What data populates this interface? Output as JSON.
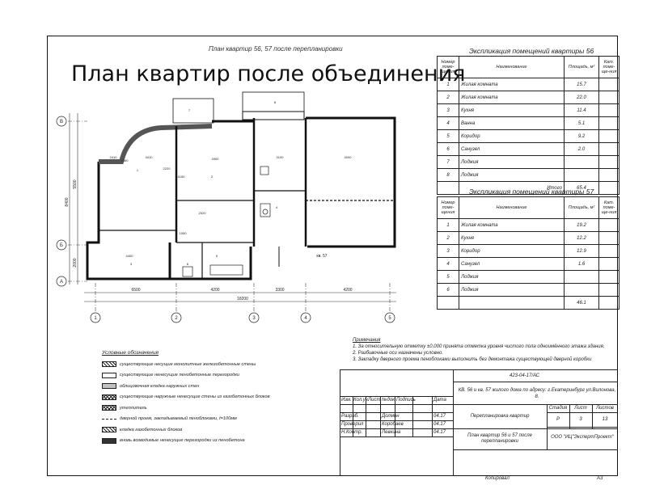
{
  "overlay_title": "План квартир после объединения",
  "plan_title": "План квартир 56, 57 после перепланировки",
  "axes": {
    "letters": [
      "В",
      "Б",
      "А"
    ],
    "numbers": [
      "1",
      "2",
      "3",
      "4",
      "5"
    ],
    "vertical_dims": [
      "8400",
      "5500",
      "2000"
    ],
    "horizontal_dims": [
      "6500",
      "4200",
      "3300",
      "4200"
    ],
    "total_dim": "18200"
  },
  "plan_labels": {
    "apartment_label": "кв. 57",
    "room_markers": [
      "1",
      "2",
      "3",
      "4",
      "5",
      "6",
      "7",
      "8"
    ],
    "room_dims": [
      "3410",
      "4900",
      "3100",
      "4000",
      "2410",
      "4400",
      "2020",
      "1050",
      "2220",
      "1360",
      "4150"
    ]
  },
  "table56": {
    "caption": "Экспликация помещений квартиры 56",
    "headers": [
      "Номер поме-щения",
      "Наименование",
      "Площадь, м²",
      "Кат. поме-ще-ния"
    ],
    "rows": [
      {
        "num": "1",
        "name": "Жилая комната",
        "area": "15.7"
      },
      {
        "num": "2",
        "name": "Жилая комната",
        "area": "22.0"
      },
      {
        "num": "3",
        "name": "Кухня",
        "area": "11.4"
      },
      {
        "num": "4",
        "name": "Ванна",
        "area": "5.1"
      },
      {
        "num": "5",
        "name": "Коридор",
        "area": "9.2"
      },
      {
        "num": "6",
        "name": "Санузел",
        "area": "2.0"
      },
      {
        "num": "7",
        "name": "Лоджия",
        "area": ""
      },
      {
        "num": "8",
        "name": "Лоджия",
        "area": ""
      }
    ],
    "total_label": "Итого",
    "total": "65.4"
  },
  "table57": {
    "caption": "Экспликация помещений квартиры 57",
    "headers": [
      "Номер поме-щения",
      "Наименование",
      "Площадь, м²",
      "Кат. поме-ще-ния"
    ],
    "rows": [
      {
        "num": "1",
        "name": "Жилая комната",
        "area": "19.2"
      },
      {
        "num": "2",
        "name": "Кухня",
        "area": "12.2"
      },
      {
        "num": "3",
        "name": "Коридор",
        "area": "12.9"
      },
      {
        "num": "4",
        "name": "Санузел",
        "area": "1.6"
      },
      {
        "num": "5",
        "name": "Лоджия",
        "area": ""
      },
      {
        "num": "6",
        "name": "Лоджия",
        "area": ""
      }
    ],
    "total_label": "",
    "total": "46.1"
  },
  "notes": {
    "header": "Примечания",
    "items": [
      "1. За относительную отметку ±0,000 принята отметка уровня чистого пола одноимённого этажа здания.",
      "2. Разбивочные оси назначены условно.",
      "3. Закладку дверного проема пеноблоками выполнить без демонтажа существующей дверной коробки"
    ]
  },
  "legend": {
    "header": "Условные обозначения",
    "items": [
      "существующие несущие монолитные железобетонные стены",
      "существующие ненесущие пенобетонные перегородки",
      "облицовочная кладка наружных стен",
      "существующие наружные ненесущие стены из газобетонных блоков",
      "утеплитель",
      "дверной проем, закладываемый пеноблоками, t=100мм",
      "кладка газобетонных блоков",
      "вновь возводимые ненесущие перегородки из пенобетона"
    ]
  },
  "title_block": {
    "code": "423-04-17/АС",
    "address": "КВ. 56 и кв. 57 жилого дома по адресу: г.Екатеринбург ул.Вилонова, 8.",
    "column_headers": [
      "Изм.",
      "Кол.уч.",
      "Лист",
      "№док.",
      "Подпись",
      "Дата"
    ],
    "staff": [
      {
        "role": "Разраб.",
        "name": "Долмин",
        "date": "04.17"
      },
      {
        "role": "Проверил",
        "name": "Коробаев",
        "date": "04.17"
      },
      {
        "role": "Н.Контр.",
        "name": "Левкина",
        "date": "04.17"
      }
    ],
    "project_name": "Перепланировка квартир",
    "stage_headers": [
      "Стадия",
      "Лист",
      "Листов"
    ],
    "stage_values": [
      "Р",
      "3",
      "13"
    ],
    "sheet_name": "План квартир 56 и 57 после перепланировки",
    "company": "ООО \"ИЦ\"ЭкспертПроект\"",
    "copied": "Копировал",
    "format": "А3"
  }
}
